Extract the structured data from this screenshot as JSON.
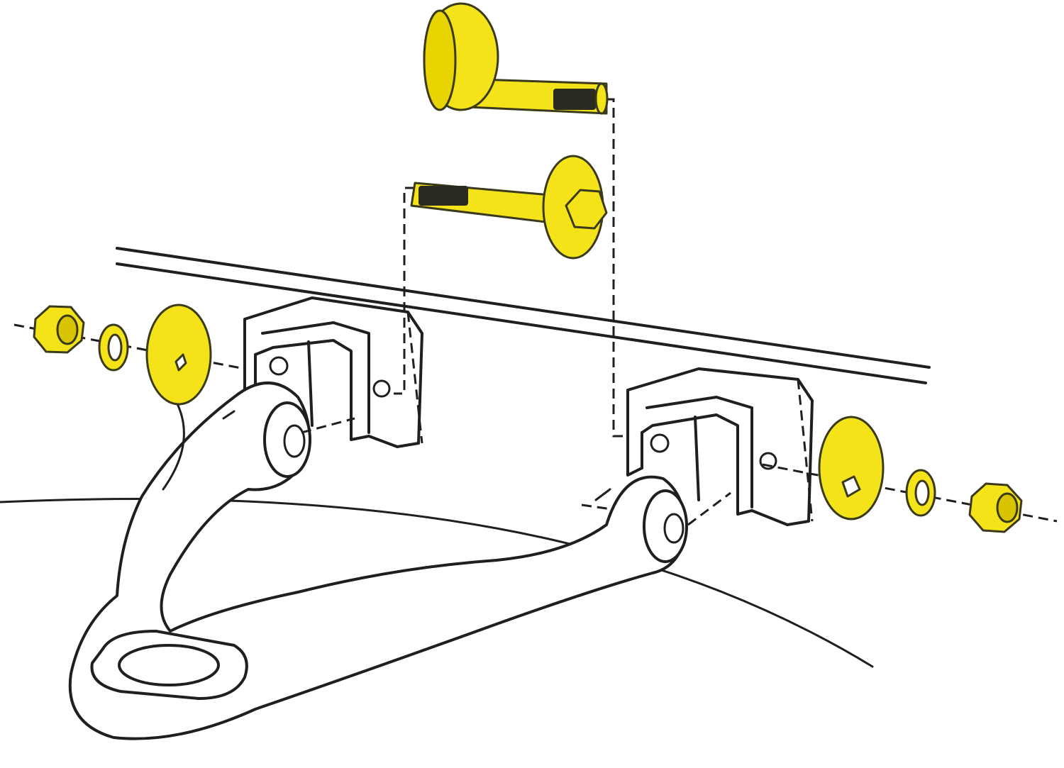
{
  "diagram": {
    "colors": {
      "hardware": "#f5e31a",
      "line": "#1f1f1f",
      "background": "#ffffff"
    },
    "parts": [
      {
        "id": "cam-bolt-top",
        "icon": "cam-bolt-icon"
      },
      {
        "id": "cam-bolt-middle",
        "icon": "cam-bolt-icon"
      },
      {
        "id": "cam-washer-left",
        "icon": "cam-washer-icon"
      },
      {
        "id": "cam-washer-right",
        "icon": "cam-washer-icon"
      },
      {
        "id": "lock-washer-left",
        "icon": "lock-washer-icon"
      },
      {
        "id": "lock-washer-right",
        "icon": "lock-washer-icon"
      },
      {
        "id": "hex-nut-left",
        "icon": "hex-nut-icon"
      },
      {
        "id": "hex-nut-right",
        "icon": "hex-nut-icon"
      },
      {
        "id": "upper-control-arm",
        "icon": "control-arm-icon"
      },
      {
        "id": "frame-bracket-left",
        "icon": "bracket-icon"
      },
      {
        "id": "frame-bracket-right",
        "icon": "bracket-icon"
      }
    ]
  }
}
